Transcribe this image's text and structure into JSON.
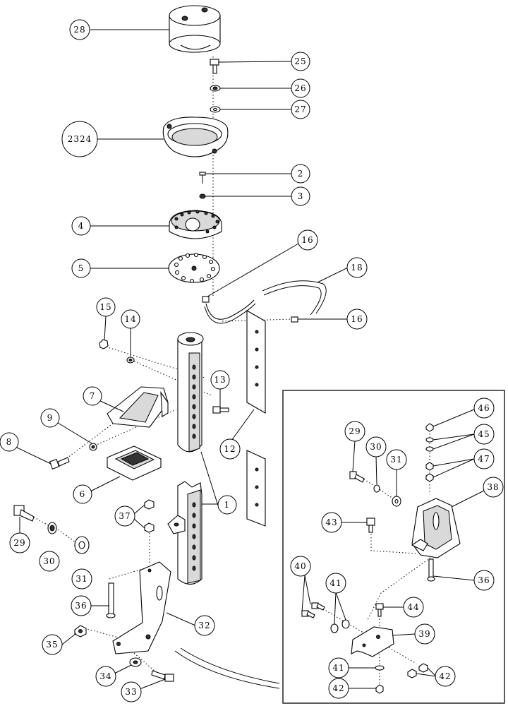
{
  "callouts": {
    "c28": "28",
    "c25": "25",
    "c26": "26",
    "c27": "27",
    "c2324": "2324",
    "c2": "2",
    "c3": "3",
    "c4": "4",
    "c5": "5",
    "c16a": "16",
    "c18": "18",
    "c16b": "16",
    "c15": "15",
    "c14": "14",
    "c7": "7",
    "c13": "13",
    "c9": "9",
    "c8": "8",
    "c12": "12",
    "c6": "6",
    "c1": "1",
    "c37": "37",
    "c29": "29",
    "c30": "30",
    "c31": "31",
    "c36": "36",
    "c32": "32",
    "c35": "35",
    "c34": "34",
    "c33": "33"
  },
  "inset": {
    "c46": "46",
    "c45": "45",
    "c47": "47",
    "c29": "29",
    "c30": "30",
    "c31": "31",
    "c38": "38",
    "c43": "43",
    "c36": "36",
    "c40": "40",
    "c41a": "41",
    "c44": "44",
    "c39": "39",
    "c41b": "41",
    "c42a": "42",
    "c42b": "42"
  }
}
